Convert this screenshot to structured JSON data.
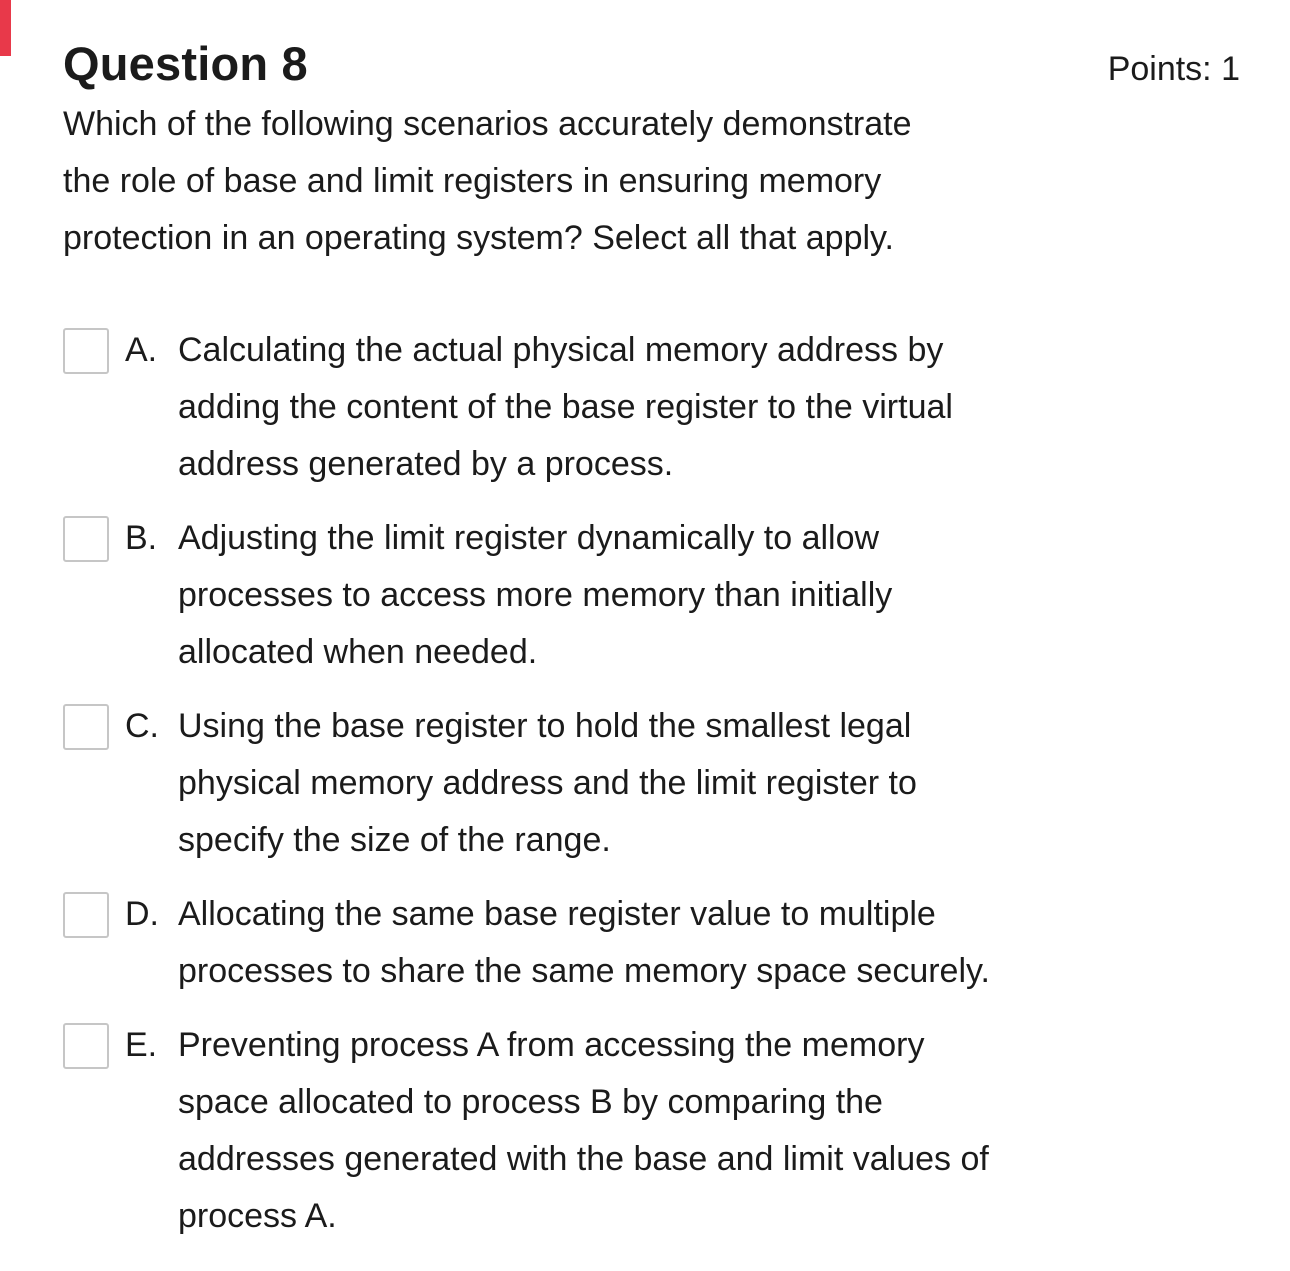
{
  "page": {
    "indicator_color": "#e8394a",
    "text_color": "#1b1b1b",
    "checkbox_border_color": "#c6c6c6",
    "background_color": "#ffffff"
  },
  "header": {
    "title": "Question 8",
    "points_label": "Points: 1"
  },
  "question": {
    "lines": [
      "Which of the following scenarios accurately demonstrate",
      "the role of base and limit registers in ensuring memory",
      "protection in an operating system? Select all that apply."
    ]
  },
  "options": [
    {
      "letter": "A.",
      "checked": false,
      "lines": [
        "Calculating the actual physical memory address by",
        "adding the content of the base register to the virtual",
        "address generated by a process."
      ]
    },
    {
      "letter": "B.",
      "checked": false,
      "lines": [
        "Adjusting the limit register dynamically to allow",
        "processes to access more memory than initially",
        "allocated when needed."
      ]
    },
    {
      "letter": "C.",
      "checked": false,
      "lines": [
        "Using the base register to hold the smallest legal",
        "physical memory address and the limit register to",
        "specify the size of the range."
      ]
    },
    {
      "letter": "D.",
      "checked": false,
      "lines": [
        "Allocating the same base register value to multiple",
        "processes to share the same memory space securely."
      ]
    },
    {
      "letter": "E.",
      "checked": false,
      "lines": [
        "Preventing process A from accessing the memory",
        "space allocated to process B by comparing the",
        "addresses generated with the base and limit values of",
        "process A."
      ]
    }
  ]
}
